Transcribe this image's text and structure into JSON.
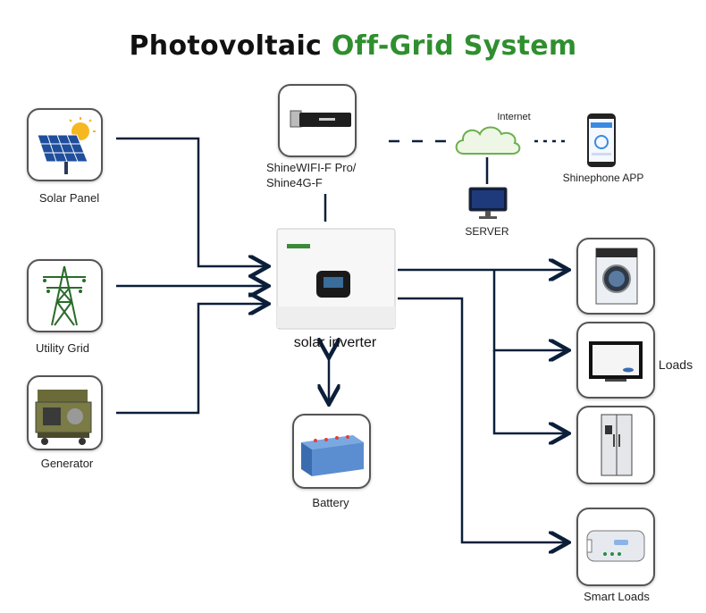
{
  "title": {
    "part1": "Photovoltaic",
    "part2": "Off-Grid System"
  },
  "nodes": {
    "solar_panel": "Solar Panel",
    "utility_grid": "Utility Grid",
    "generator": "Generator",
    "wifi_line1": "ShineWIFI-F Pro/",
    "wifi_line2": "Shine4G-F",
    "internet": "Internet",
    "server": "SERVER",
    "app": "Shinephone APP",
    "inverter": "solar inverter",
    "battery": "Battery",
    "loads": "Loads",
    "smart_loads": "Smart Loads"
  },
  "colors": {
    "wire": "#0b1f3a",
    "accent": "#2f8f2f",
    "box_border": "#555555"
  }
}
